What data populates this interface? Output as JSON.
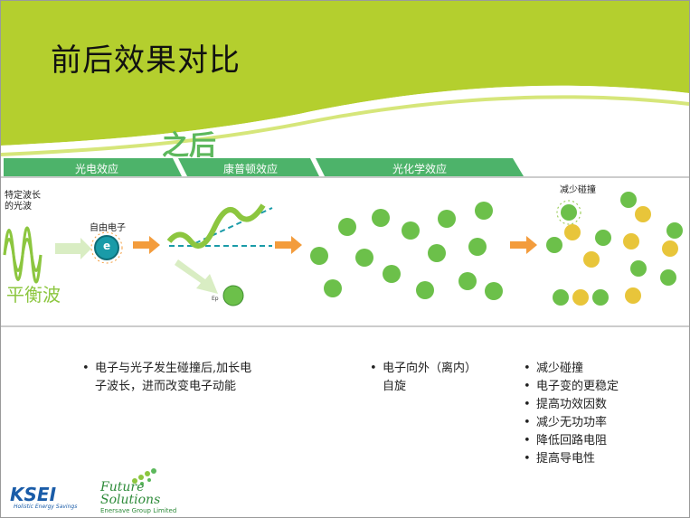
{
  "title": "前后效果对比",
  "after_label": "之后",
  "stages": [
    "光电效应",
    "康普顿效应",
    "光化学效应"
  ],
  "labels": {
    "wave": "特定波长的光波",
    "free_electron": "自由电子",
    "electron_symbol": "e",
    "ep": "Ep",
    "balance": "平衡波",
    "reduce_collision": "减少碰撞"
  },
  "notes": {
    "col1": [
      "电子与光子发生碰撞后,加长电子波长，进而改变电子动能"
    ],
    "col2": [
      "电子向外（离内）自旋"
    ],
    "col3": [
      "减少碰撞",
      "电子变的更稳定",
      "提高功效因数",
      "减少无功功率",
      "降低回路电阻",
      "提高导电性"
    ]
  },
  "logos": {
    "ksei": "KSEI",
    "ksei_tag": "Holistic Energy Savings",
    "future": "Future",
    "solutions": "Solutions",
    "future_tag": "Enersave Group Limited"
  },
  "colors": {
    "green": "#8cc63f",
    "dark_green": "#5cb85c",
    "orange": "#f39c3c",
    "teal": "#1a9ba8",
    "yellow": "#e8c53a"
  }
}
